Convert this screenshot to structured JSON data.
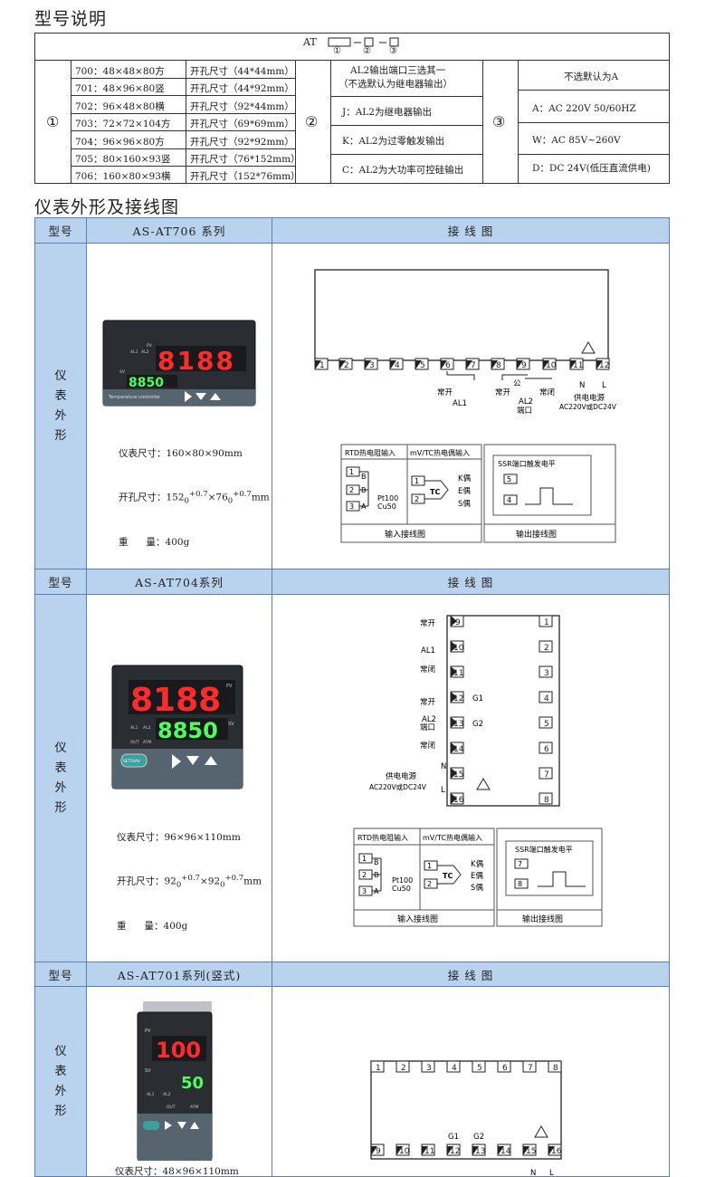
{
  "section1": {
    "title": "型号说明"
  },
  "model": {
    "prefix": "AT",
    "markers": [
      "①",
      "②",
      "③"
    ],
    "sizes": [
      {
        "code": "700：48×48×80方",
        "cutout": "开孔尺寸（44*44mm）"
      },
      {
        "code": "701：48×96×80竖",
        "cutout": "开孔尺寸（44*92mm）"
      },
      {
        "code": "702：96×48×80横",
        "cutout": "开孔尺寸（92*44mm）"
      },
      {
        "code": "703：72×72×104方",
        "cutout": "开孔尺寸（69*69mm）"
      },
      {
        "code": "704：96×96×80方",
        "cutout": "开孔尺寸（92*92mm）"
      },
      {
        "code": "705：80×160×93竖",
        "cutout": "开孔尺寸（76*152mm）"
      },
      {
        "code": "706：160×80×93横",
        "cutout": "开孔尺寸（152*76mm）"
      }
    ],
    "al2_head1": "AL2输出端口三选其一",
    "al2_head2": "（不选默认为继电器输出）",
    "al2": [
      "J：AL2为继电器输出",
      "K：AL2为过零触发输出",
      "C：AL2为大功率可控硅输出"
    ],
    "power_head": "不选默认为A",
    "power": [
      "A：AC 220V 50/60HZ",
      "W：AC 85V~260V",
      "D：DC  24V(低压直流供电)"
    ]
  },
  "section2": {
    "title": "仪表外形及接线图"
  },
  "col_model": "型号",
  "col_wiring": "接   线   图",
  "side_label": [
    "仪",
    "表",
    "外",
    "形"
  ],
  "blocks": [
    {
      "name": "AS-AT706 系列",
      "spec_size": "仪表尺寸：160×80×90mm",
      "spec_cut_a": "开孔尺寸：152",
      "spec_cut_b": "×76",
      "spec_cut_c": "mm",
      "spec_weight": "重      量：400g"
    },
    {
      "name": "AS-AT704系列",
      "spec_size": "仪表尺寸：96×96×110mm",
      "spec_cut_a": "开孔尺寸：92",
      "spec_cut_b": "×92",
      "spec_cut_c": "mm",
      "spec_weight": "重      量：400g"
    },
    {
      "name": "AS-AT701系列(竖式)",
      "spec_size": "仪表尺寸：48×96×110mm"
    }
  ],
  "tol": {
    "sub": "0",
    "sup": "+0.7"
  },
  "device": {
    "pv": "PV",
    "sv": "SV",
    "al1": "AL1",
    "al2": "AL2",
    "out": "OUT",
    "atm": "ATM",
    "pv_value": "8188",
    "sv_value_706": "8850",
    "sv_value": "8850",
    "sv_value_701": "50",
    "pv_value_701": "100",
    "brand": "Temperature controller",
    "set": "SET/SAV"
  },
  "wiring": {
    "terminals_top": [
      "1",
      "2",
      "3",
      "4",
      "5",
      "6",
      "7",
      "8",
      "9",
      "10",
      "11",
      "12"
    ],
    "no": "常开",
    "nc": "常闭",
    "com": "公",
    "al1": "AL1",
    "al2": "AL2",
    "port": "端口",
    "power": "供电电源",
    "power_spec": "AC220V或DC24V",
    "n": "N",
    "l": "L",
    "rtd": "RTD热电阻输入",
    "tc": "mV/TC热电偶输入",
    "ssr": "SSR端口触发电平",
    "in_label": "输入接线图",
    "out_label": "输出接线图",
    "pt": "Pt100",
    "cu": "Cu50",
    "tcname": "TC",
    "k": "K偶",
    "e": "E偶",
    "s": "S偶",
    "a": "A",
    "b": "B",
    "g1": "G1",
    "g2": "G2"
  },
  "colors": {
    "header_bg": "#b9d3ee",
    "grid": "#5a7fb0",
    "device_body": "#2a2e33",
    "pv_red": "#ff2a2a",
    "sv_green": "#4dff5a"
  }
}
